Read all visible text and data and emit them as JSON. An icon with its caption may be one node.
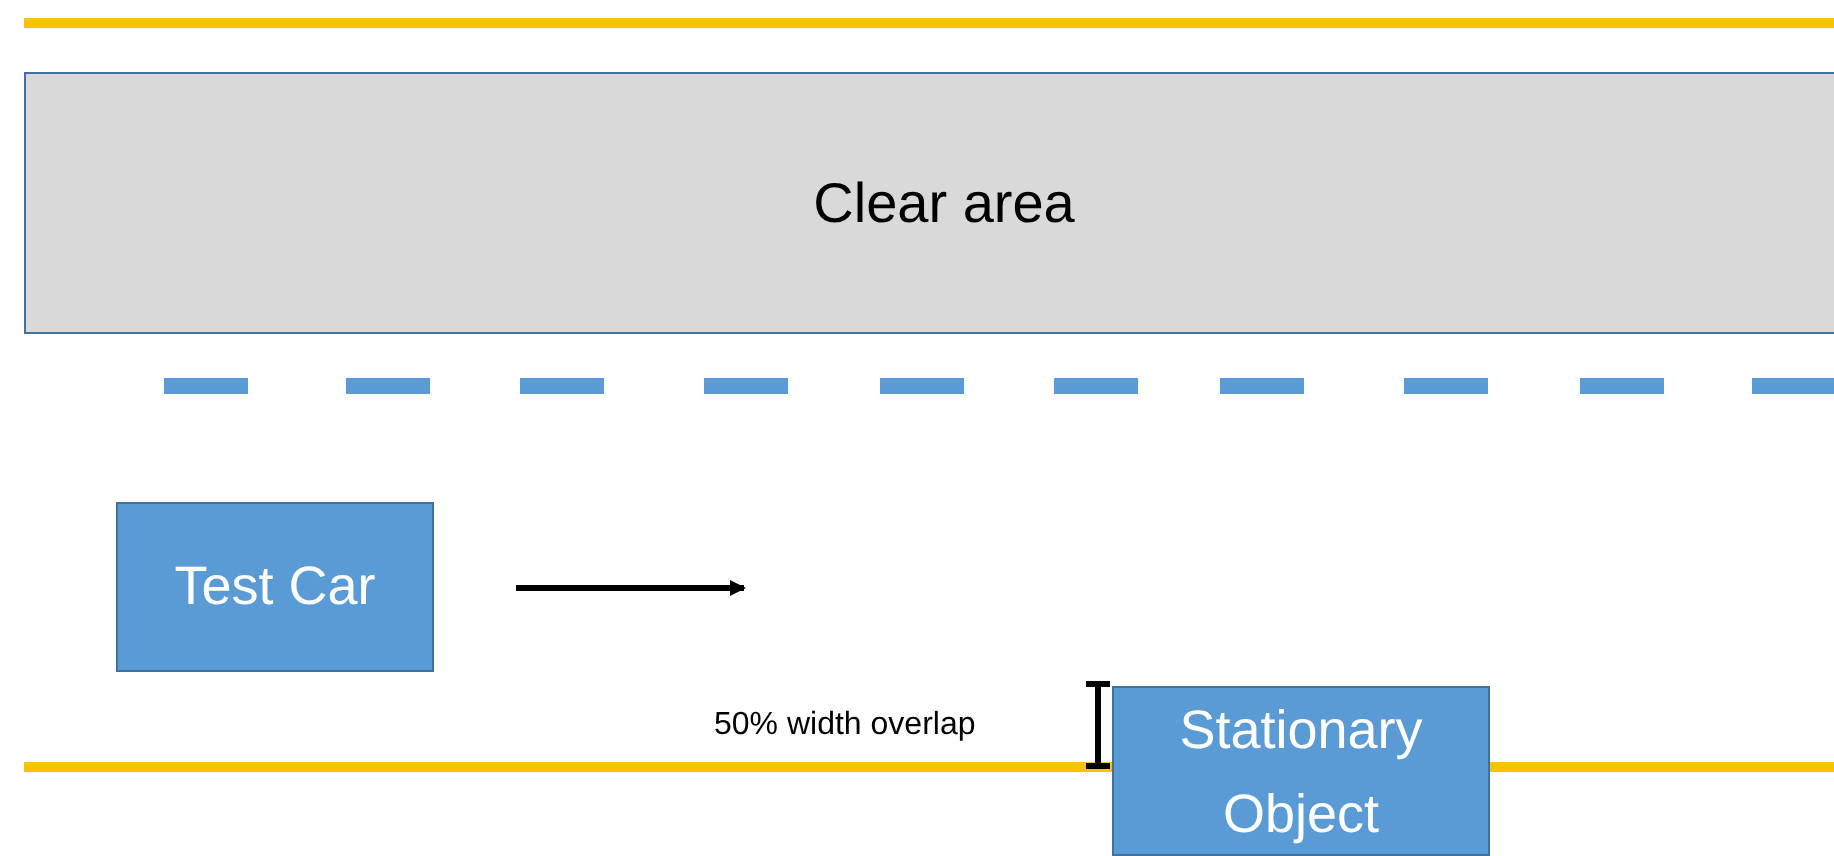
{
  "diagram": {
    "nodes": [
      {
        "text": [
          "Clear area"
        ]
      },
      {
        "text": [
          "Test Car"
        ]
      },
      {
        "text": [
          "Stationary Object"
        ]
      }
    ],
    "labels": [
      "50% width overlap"
    ]
  }
}
